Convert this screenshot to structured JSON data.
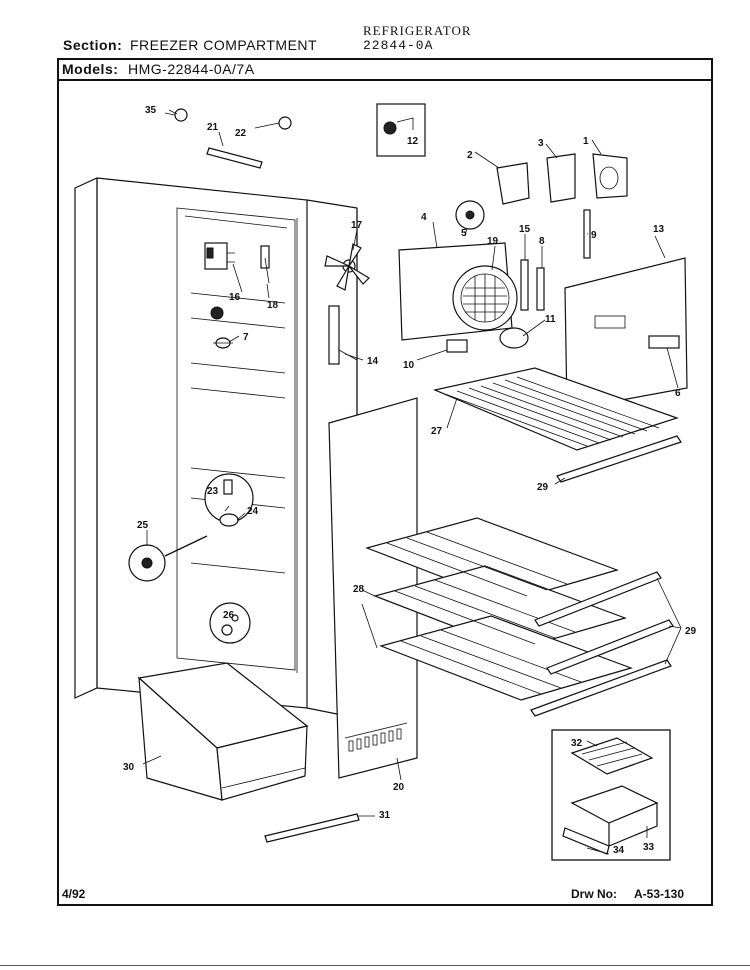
{
  "header": {
    "section_label": "Section:",
    "section_value": "FREEZER COMPARTMENT",
    "product": "REFRIGERATOR",
    "product_number": "22844-0A",
    "models_label": "Models:",
    "models_value": "HMG-22844-0A/7A"
  },
  "callouts": {
    "c1": "1",
    "c2": "2",
    "c3": "3",
    "c4": "4",
    "c5": "5",
    "c6": "6",
    "c7": "7",
    "c8": "8",
    "c9": "9",
    "c10": "10",
    "c11": "11",
    "c12": "12",
    "c13": "13",
    "c14": "14",
    "c15": "15",
    "c16": "16",
    "c17": "17",
    "c18": "18",
    "c19": "19",
    "c20": "20",
    "c21": "21",
    "c22": "22",
    "c23": "23",
    "c24": "24",
    "c25": "25",
    "c26": "26",
    "c27": "27",
    "c28": "28",
    "c29a": "29",
    "c29b": "29",
    "c30": "30",
    "c31": "31",
    "c32": "32",
    "c33": "33",
    "c34": "34",
    "c35": "35"
  },
  "footer": {
    "date": "4/92",
    "drawing_label": "Drw No:",
    "drawing_number": "A-53-130"
  }
}
